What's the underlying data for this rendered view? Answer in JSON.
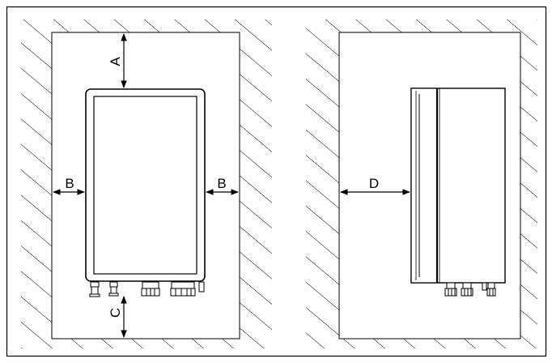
{
  "labels": {
    "top_clearance": "A",
    "left_clearance": "B",
    "right_clearance": "B",
    "bottom_clearance": "C",
    "rear_clearance": "D"
  },
  "colors": {
    "line": "#000000",
    "background": "#ffffff"
  }
}
